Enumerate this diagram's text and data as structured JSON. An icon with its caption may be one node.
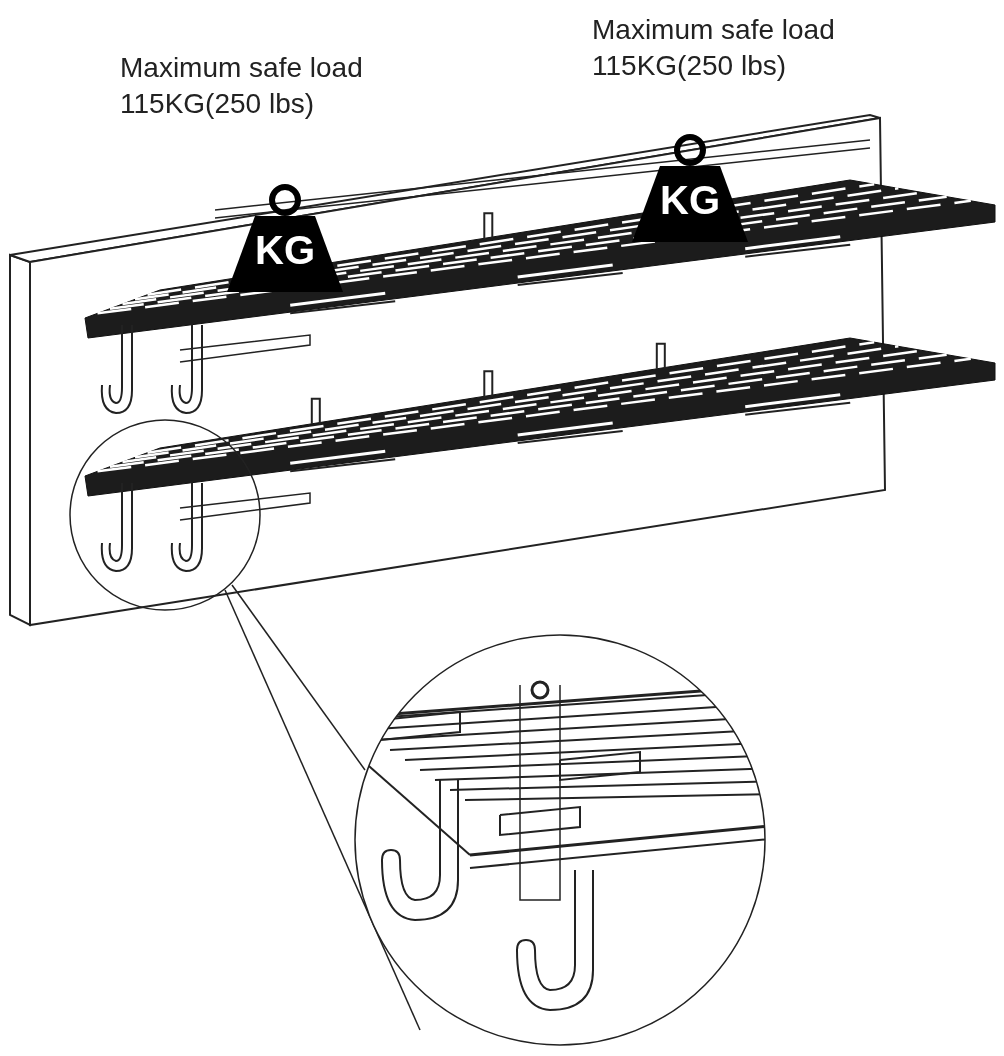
{
  "diagram": {
    "nodes": [
      {
        "text": [
          "KG"
        ],
        "beside": [
          "Maximum safe load 115KG(250 lbs)"
        ]
      },
      {
        "text": [
          "KG"
        ],
        "beside": [
          "Maximum safe load 115KG(250 lbs)"
        ]
      }
    ]
  }
}
